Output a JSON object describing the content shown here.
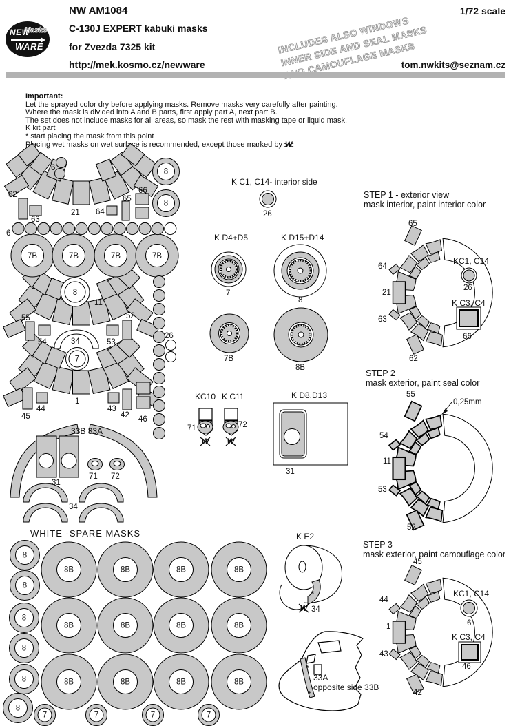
{
  "colors": {
    "mask_gray": "#c8c8c8",
    "bar_gray": "#b2b2b2",
    "stamp_gray": "#9a9a9a"
  },
  "header": {
    "logo": {
      "new": "NEW",
      "masks": "Masks",
      "ware": "WARE"
    },
    "code": "NW AM1084",
    "title": "C-130J EXPERT  kabuki masks",
    "kit": "for Zvezda 7325 kit",
    "url": "http://mek.kosmo.cz/newware",
    "scale": "1/72 scale",
    "stamp": [
      "INCLUDES ALSO WINDOWS",
      "INNER SIDE AND SEAL MASKS",
      "AND CAMOUFLAGE MASKS"
    ],
    "email": "tom.nwkits@seznam.cz"
  },
  "important": {
    "heading": "Important:",
    "lines": [
      "Let the sprayed color dry before applying masks. Remove masks very carefully after painting.",
      "Where the mask is divided into A and B parts, first apply part A, next part B.",
      "The set does not include masks for all areas, so mask the rest with masking tape or liquid mask.",
      "K kit part",
      "* start placing the mask from this point"
    ],
    "wet_line": "Placing wet masks on wet surface is recommended, except those marked by",
    "wet_symbol": "W"
  },
  "parts": {
    "p1": "1",
    "p6": "6",
    "p7": "7",
    "p8": "8",
    "p11": "11",
    "p21": "21",
    "p26": "26",
    "p31": "31",
    "p34": "34",
    "p42": "42",
    "p43": "43",
    "p44": "44",
    "p45": "45",
    "p46": "46",
    "p52": "52",
    "p53": "53",
    "p54": "54",
    "p55": "55",
    "p62": "62",
    "p63": "63",
    "p64": "64",
    "p65": "65",
    "p66": "66",
    "p71": "71",
    "p72": "72",
    "p7B": "7B",
    "p8B": "8B",
    "canopy": "33B 33A",
    "p33A": "33A",
    "opposite": "opposite side 33B",
    "star": "*",
    "wet": "W",
    "spare_title": "WHITE -SPARE MASKS"
  },
  "klabels": {
    "c1": "K C1, C14- interior side",
    "d4": "K D4+D5",
    "d15": "K D15+D14",
    "c10": "KC10",
    "c11": "K C11",
    "d8": "K D8,D13",
    "e2": "K E2",
    "c1s": "KC1, C14",
    "c3s": "K C3, C4"
  },
  "steps": {
    "s1": {
      "title": "STEP 1 - exterior view",
      "subtitle": "mask interior, paint interior color"
    },
    "s2": {
      "title": "STEP 2",
      "subtitle": "mask exterior, paint seal color",
      "gap": "0,25mm"
    },
    "s3": {
      "title": "STEP 3",
      "subtitle": "mask exterior, paint camouflage color"
    }
  }
}
